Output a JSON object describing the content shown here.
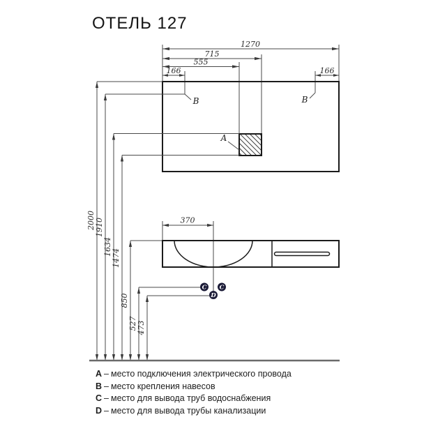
{
  "title": "ОТЕЛЬ 127",
  "drawing": {
    "top_dims": {
      "full_width": "1270",
      "to_socket_right": "715",
      "to_socket_left": "555",
      "hinge_left": "166",
      "hinge_right": "166"
    },
    "heights": [
      "2000",
      "1910",
      "1634",
      "1474",
      "850",
      "527",
      "473"
    ],
    "sink_dims": {
      "drain_offset": "370"
    },
    "markers": {
      "a": "A",
      "b_left": "B",
      "b_right": "B",
      "c_left": "C",
      "c_right": "C",
      "d": "D"
    }
  },
  "legend": [
    {
      "key": "A",
      "sep": "–",
      "text": "место подключения электрического провода"
    },
    {
      "key": "B",
      "sep": "–",
      "text": "место крепления навесов"
    },
    {
      "key": "C",
      "sep": "–",
      "text": "место для вывода труб водоснабжения"
    },
    {
      "key": "D",
      "sep": "–",
      "text": "место для вывода трубы канализации"
    }
  ],
  "colors": {
    "outline": "#1b1b1b",
    "dim_line": "#4a4a4a",
    "point_fill": "#1c1c38",
    "point_text": "#ffffff",
    "background": "#ffffff"
  }
}
